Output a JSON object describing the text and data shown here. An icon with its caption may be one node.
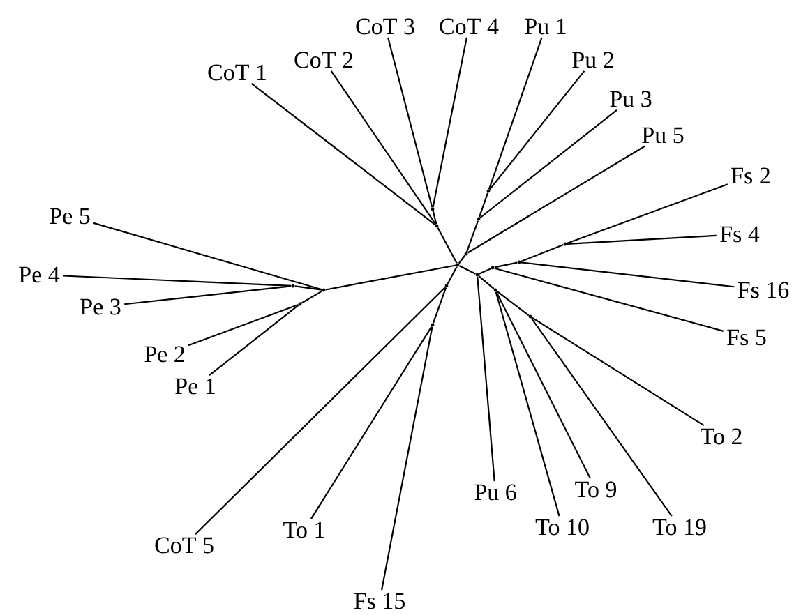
{
  "diagram": {
    "nodes": [
      {
        "text": [
          "CoT 1"
        ]
      },
      {
        "text": [
          "CoT 2"
        ]
      },
      {
        "text": [
          "CoT 3"
        ]
      },
      {
        "text": [
          "CoT 4"
        ]
      },
      {
        "text": [
          "Pu 1"
        ]
      },
      {
        "text": [
          "Pu 2"
        ]
      },
      {
        "text": [
          "Pu 3"
        ]
      },
      {
        "text": [
          "Pu 5"
        ]
      },
      {
        "text": [
          "Fs 2"
        ]
      },
      {
        "text": [
          "Fs 4"
        ]
      },
      {
        "text": [
          "Fs 16"
        ]
      },
      {
        "text": [
          "Fs 5"
        ]
      },
      {
        "text": [
          "To 2"
        ]
      },
      {
        "text": [
          "To 19"
        ]
      },
      {
        "text": [
          "To 9"
        ]
      },
      {
        "text": [
          "To 10"
        ]
      },
      {
        "text": [
          "Pu 6"
        ]
      },
      {
        "text": [
          "Fs 15"
        ]
      },
      {
        "text": [
          "To 1"
        ]
      },
      {
        "text": [
          "CoT 5"
        ]
      },
      {
        "text": [
          "Pe 1"
        ]
      },
      {
        "text": [
          "Pe 2"
        ]
      },
      {
        "text": [
          "Pe 3"
        ]
      },
      {
        "text": [
          "Pe 4"
        ]
      },
      {
        "text": [
          "Pe 5"
        ]
      },
      {
        "text": [],
        "shape": "point"
      },
      {
        "text": [],
        "shape": "point"
      },
      {
        "text": [],
        "shape": "point"
      },
      {
        "text": [],
        "shape": "point"
      },
      {
        "text": [],
        "shape": "point"
      },
      {
        "text": [],
        "shape": "point"
      },
      {
        "text": [],
        "shape": "point"
      },
      {
        "text": [],
        "shape": "point"
      },
      {
        "text": [],
        "shape": "point"
      },
      {
        "text": [],
        "shape": "point"
      },
      {
        "text": [],
        "shape": "point"
      },
      {
        "text": [],
        "shape": "point"
      },
      {
        "text": [],
        "shape": "point"
      },
      {
        "text": [],
        "shape": "point"
      },
      {
        "text": [],
        "shape": "point"
      },
      {
        "text": [],
        "shape": "point"
      },
      {
        "text": [],
        "shape": "point"
      }
    ],
    "edges": [
      {
        "from": 25,
        "to": 26,
        "arrow": "none"
      },
      {
        "from": 26,
        "to": 0,
        "arrow": "none"
      },
      {
        "from": 26,
        "to": 1,
        "arrow": "none"
      },
      {
        "from": 26,
        "to": 27,
        "arrow": "none"
      },
      {
        "from": 27,
        "to": 2,
        "arrow": "none"
      },
      {
        "from": 27,
        "to": 3,
        "arrow": "none"
      },
      {
        "from": 25,
        "to": 28,
        "arrow": "none"
      },
      {
        "from": 28,
        "to": 7,
        "arrow": "none"
      },
      {
        "from": 28,
        "to": 29,
        "arrow": "none"
      },
      {
        "from": 29,
        "to": 6,
        "arrow": "none"
      },
      {
        "from": 29,
        "to": 30,
        "arrow": "none"
      },
      {
        "from": 30,
        "to": 4,
        "arrow": "none"
      },
      {
        "from": 30,
        "to": 5,
        "arrow": "none"
      },
      {
        "from": 25,
        "to": 31,
        "arrow": "none"
      },
      {
        "from": 31,
        "to": 16,
        "arrow": "none"
      },
      {
        "from": 31,
        "to": 32,
        "arrow": "none"
      },
      {
        "from": 32,
        "to": 11,
        "arrow": "none"
      },
      {
        "from": 32,
        "to": 33,
        "arrow": "none"
      },
      {
        "from": 33,
        "to": 10,
        "arrow": "none"
      },
      {
        "from": 33,
        "to": 34,
        "arrow": "none"
      },
      {
        "from": 34,
        "to": 8,
        "arrow": "none"
      },
      {
        "from": 34,
        "to": 9,
        "arrow": "none"
      },
      {
        "from": 31,
        "to": 35,
        "arrow": "none"
      },
      {
        "from": 35,
        "to": 15,
        "arrow": "none"
      },
      {
        "from": 35,
        "to": 14,
        "arrow": "none"
      },
      {
        "from": 35,
        "to": 36,
        "arrow": "none"
      },
      {
        "from": 36,
        "to": 12,
        "arrow": "none"
      },
      {
        "from": 36,
        "to": 13,
        "arrow": "none"
      },
      {
        "from": 25,
        "to": 37,
        "arrow": "none"
      },
      {
        "from": 37,
        "to": 19,
        "arrow": "none"
      },
      {
        "from": 37,
        "to": 38,
        "arrow": "none"
      },
      {
        "from": 38,
        "to": 18,
        "arrow": "none"
      },
      {
        "from": 38,
        "to": 17,
        "arrow": "none"
      },
      {
        "from": 25,
        "to": 39,
        "arrow": "none"
      },
      {
        "from": 39,
        "to": 24,
        "arrow": "none"
      },
      {
        "from": 39,
        "to": 40,
        "arrow": "none"
      },
      {
        "from": 40,
        "to": 23,
        "arrow": "none"
      },
      {
        "from": 40,
        "to": 22,
        "arrow": "none"
      },
      {
        "from": 39,
        "to": 41,
        "arrow": "none"
      },
      {
        "from": 41,
        "to": 21,
        "arrow": "none"
      },
      {
        "from": 41,
        "to": 20,
        "arrow": "none"
      }
    ]
  }
}
